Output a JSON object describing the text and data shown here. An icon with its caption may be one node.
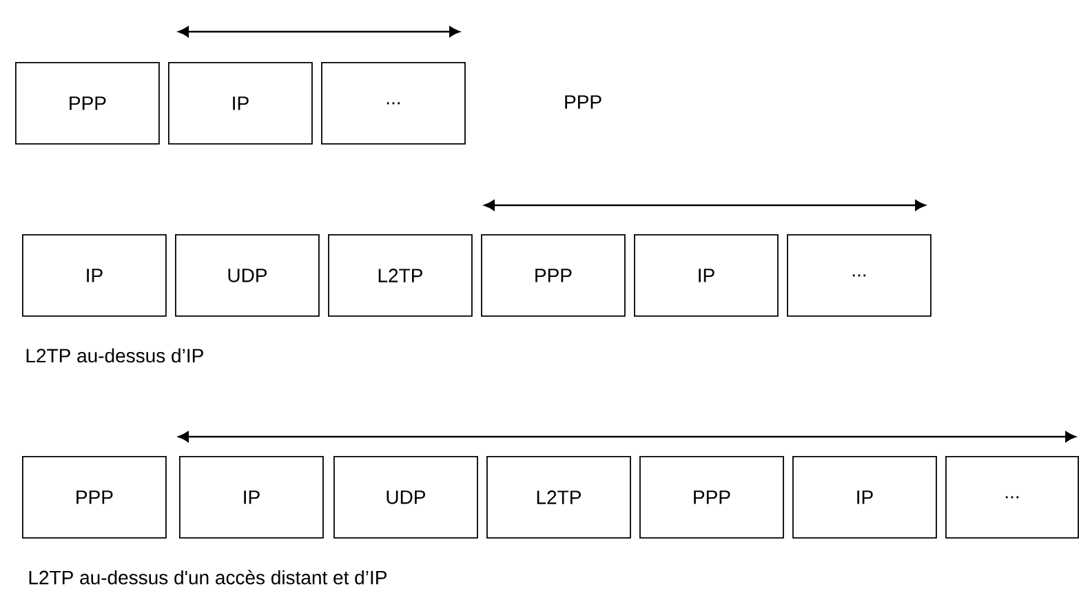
{
  "diagram": {
    "nodes": [
      {
        "text": [
          "PPP"
        ]
      },
      {
        "text": [
          "IP"
        ]
      },
      {
        "text": [
          "..."
        ]
      },
      {
        "text": [
          "IP"
        ]
      },
      {
        "text": [
          "UDP"
        ]
      },
      {
        "text": [
          "L2TP"
        ]
      },
      {
        "text": [
          "PPP"
        ]
      },
      {
        "text": [
          "IP"
        ]
      },
      {
        "text": [
          "..."
        ]
      },
      {
        "text": [
          "PPP"
        ]
      },
      {
        "text": [
          "IP"
        ]
      },
      {
        "text": [
          "UDP"
        ]
      },
      {
        "text": [
          "L2TP"
        ]
      },
      {
        "text": [
          "PPP"
        ]
      },
      {
        "text": [
          "IP"
        ]
      },
      {
        "text": [
          "..."
        ]
      }
    ],
    "edges": [],
    "labels": [
      "PPP",
      "L2TP au-dessus d’IP",
      "L2TP au-dessus d'un accès distant et d’IP"
    ]
  }
}
